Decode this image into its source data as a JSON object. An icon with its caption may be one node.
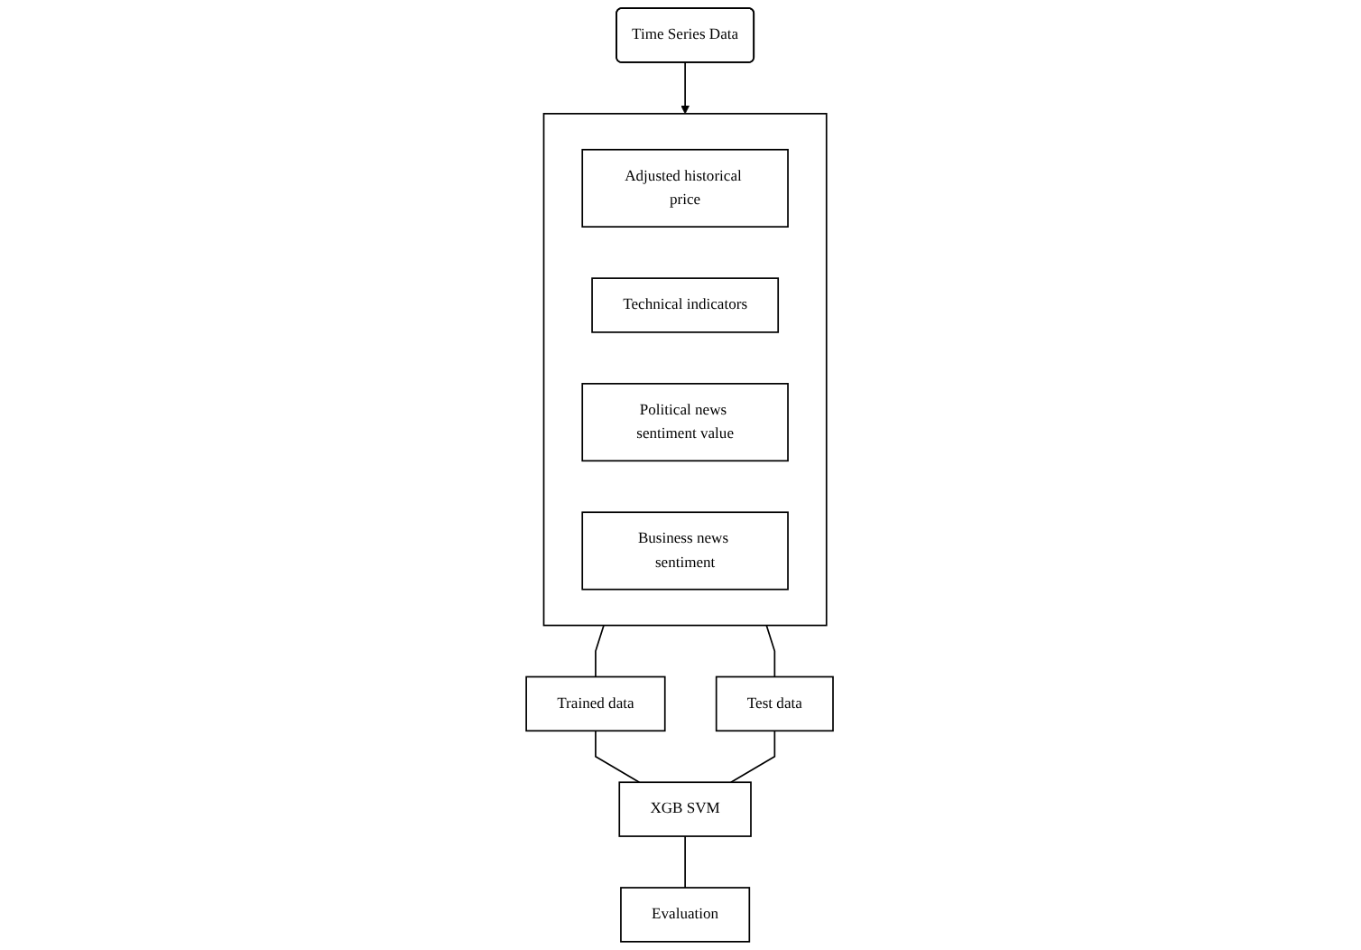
{
  "diagram": {
    "nodes": [
      {
        "text": [
          "Time Series Data"
        ]
      },
      {
        "text": [],
        "shape": "box"
      },
      {
        "text": [
          "Adjusted historical price"
        ],
        "in": 1
      },
      {
        "text": [
          "Technical indicators"
        ],
        "in": 1
      },
      {
        "text": [
          "Political news sentiment value"
        ],
        "in": 1
      },
      {
        "text": [
          "Business news sentiment"
        ],
        "in": 1
      },
      {
        "text": [
          "Trained data"
        ]
      },
      {
        "text": [
          "Test data"
        ]
      },
      {
        "text": [
          "XGB SVM"
        ]
      },
      {
        "text": [
          "Evaluation"
        ]
      }
    ],
    "edges": [
      {
        "from": 0,
        "to": 1,
        "arrow": "to"
      },
      {
        "from": 1,
        "to": 6,
        "arrow": "none"
      },
      {
        "from": 1,
        "to": 7,
        "arrow": "none"
      },
      {
        "from": 6,
        "to": 8,
        "arrow": "none"
      },
      {
        "from": 7,
        "to": 8,
        "arrow": "none"
      },
      {
        "from": 8,
        "to": 9,
        "arrow": "none"
      }
    ]
  }
}
